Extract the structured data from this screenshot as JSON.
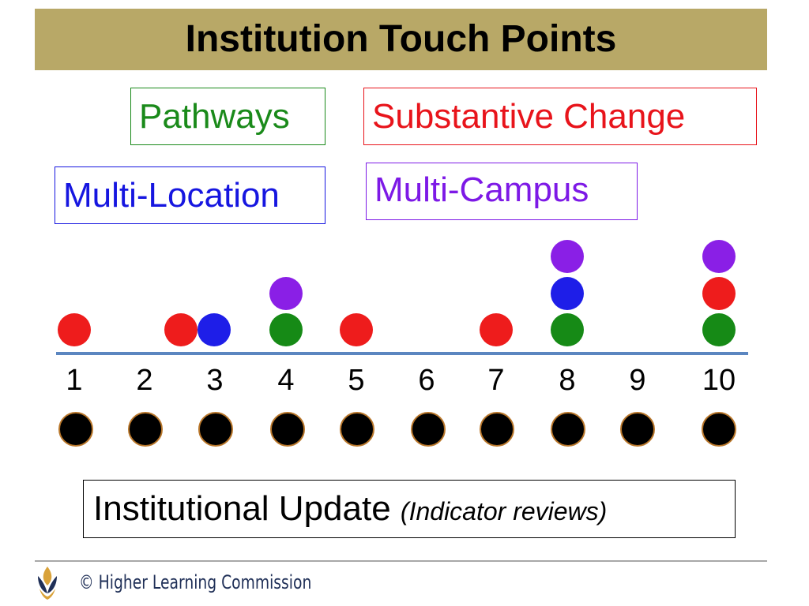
{
  "title": "Institution Touch Points",
  "legend": [
    {
      "label": "Pathways",
      "color": "#1a8a1a"
    },
    {
      "label": "Substantive Change",
      "color": "#e8141b"
    },
    {
      "label": "Multi-Location",
      "color": "#1616e0"
    },
    {
      "label": "Multi-Campus",
      "color": "#7d19e6"
    }
  ],
  "colors": {
    "red": "#ee1c1c",
    "blue": "#1e1ee8",
    "green": "#168a16",
    "purple": "#8a1fe6",
    "black": "#000000",
    "timeline": "#5b86c0"
  },
  "timeline_ticks": [
    "1",
    "2",
    "3",
    "4",
    "5",
    "6",
    "7",
    "8",
    "9",
    "10"
  ],
  "touch_points": [
    {
      "year": "1",
      "markers": [
        "red"
      ]
    },
    {
      "year": "2",
      "markers": [
        "red"
      ]
    },
    {
      "year": "3",
      "markers": [
        "blue"
      ]
    },
    {
      "year": "4",
      "markers": [
        "green",
        "purple"
      ]
    },
    {
      "year": "5",
      "markers": [
        "red"
      ]
    },
    {
      "year": "6",
      "markers": []
    },
    {
      "year": "7",
      "markers": [
        "red"
      ]
    },
    {
      "year": "8",
      "markers": [
        "green",
        "blue",
        "purple"
      ]
    },
    {
      "year": "9",
      "markers": []
    },
    {
      "year": "10",
      "markers": [
        "green",
        "red",
        "purple"
      ]
    }
  ],
  "update_box": {
    "main": "Institutional Update",
    "note": "(Indicator reviews)"
  },
  "footer": {
    "copyright": "©",
    "org": "Higher Learning Commission"
  }
}
